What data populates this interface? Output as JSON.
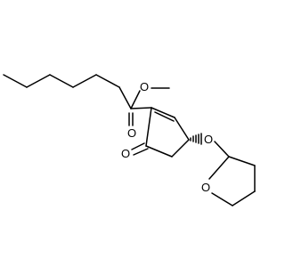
{
  "molecule": {
    "atoms": [
      {
        "id": "o-methoxy",
        "symbol": "O"
      },
      {
        "id": "o-carbonyl",
        "symbol": "O"
      },
      {
        "id": "o-ketone",
        "symbol": "O"
      },
      {
        "id": "o-ether",
        "symbol": "O"
      },
      {
        "id": "o-ring",
        "symbol": "O"
      }
    ]
  }
}
